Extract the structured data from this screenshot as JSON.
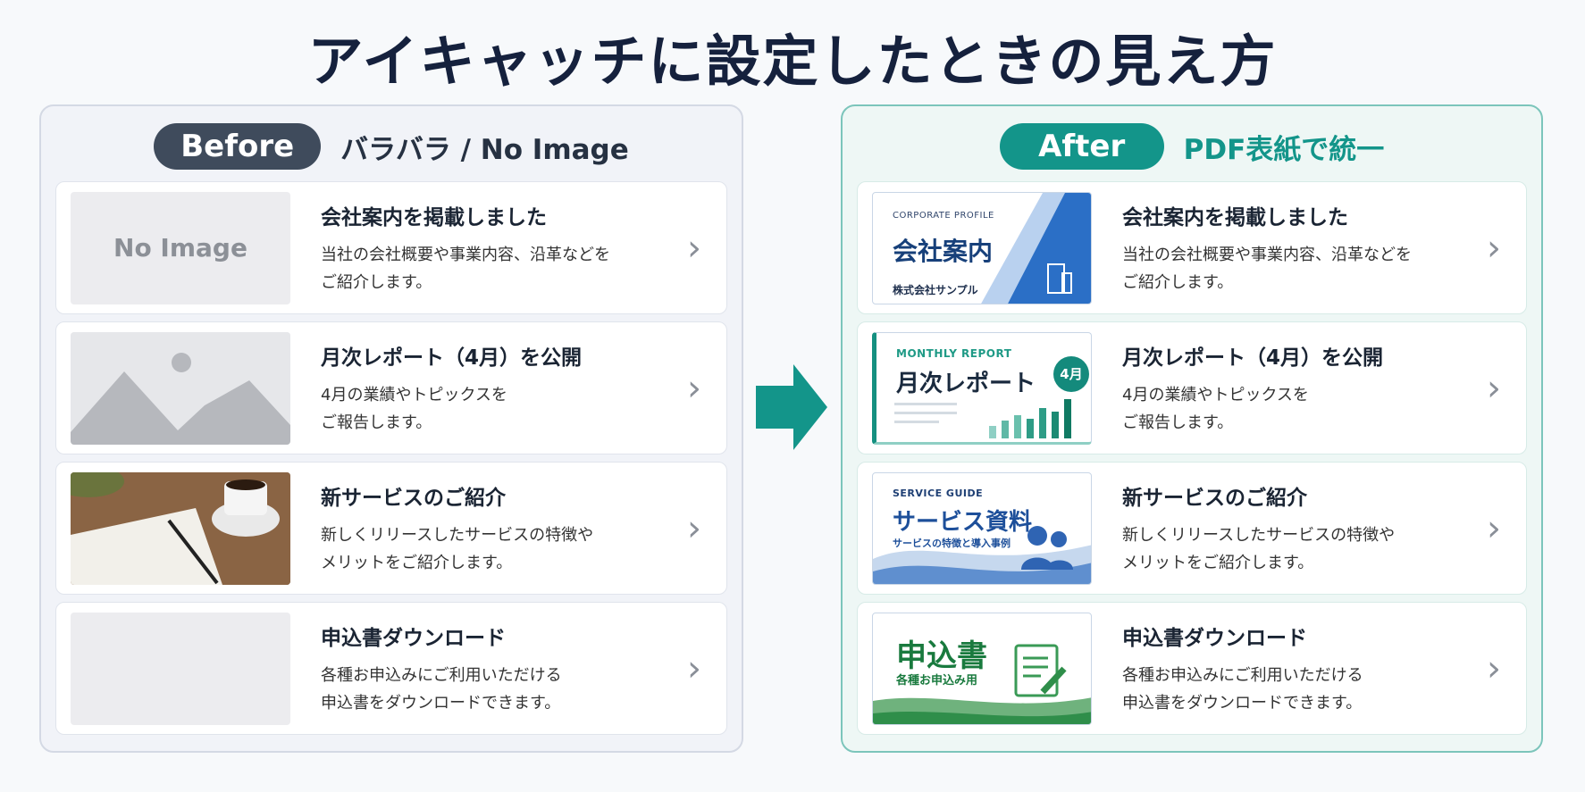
{
  "page": {
    "title": "アイキャッチに設定したときの見え方"
  },
  "before": {
    "badge": "Before",
    "caption": "バラバラ / No Image",
    "cards": [
      {
        "thumb_text": "No Image",
        "title": "会社案内を掲載しました",
        "desc": "当社の会社概要や事業内容、沿革などを\nご紹介します。"
      },
      {
        "title": "月次レポート（4月）を公開",
        "desc": "4月の業績やトピックスを\nご報告します。"
      },
      {
        "title": "新サービスのご紹介",
        "desc": "新しくリリースしたサービスの特徴や\nメリットをご紹介します。"
      },
      {
        "title": "申込書ダウンロード",
        "desc": "各種お申込みにご利用いただける\n申込書をダウンロードできます。"
      }
    ]
  },
  "after": {
    "badge": "After",
    "caption": "PDF表紙で統一",
    "cards": [
      {
        "pdf_small": "CORPORATE PROFILE",
        "pdf_big": "会社案内",
        "pdf_sub": "株式会社サンプル",
        "title": "会社案内を掲載しました",
        "desc": "当社の会社概要や事業内容、沿革などを\nご紹介します。"
      },
      {
        "pdf_small": "MONTHLY REPORT",
        "pdf_big": "月次レポート",
        "pdf_badge": "4月",
        "title": "月次レポート（4月）を公開",
        "desc": "4月の業績やトピックスを\nご報告します。"
      },
      {
        "pdf_small": "SERVICE GUIDE",
        "pdf_big": "サービス資料",
        "pdf_sub": "サービスの特徴と導入事例",
        "title": "新サービスのご紹介",
        "desc": "新しくリリースしたサービスの特徴や\nメリットをご紹介します。"
      },
      {
        "pdf_big": "申込書",
        "pdf_sub": "各種お申込み用",
        "title": "申込書ダウンロード",
        "desc": "各種お申込みにご利用いただける\n申込書をダウンロードできます。"
      }
    ]
  },
  "icons": {
    "chevron": "chevron-right-icon",
    "arrow": "arrow-right-icon"
  },
  "colors": {
    "teal": "#13958a",
    "slate": "#3f4b5c",
    "navy": "#15213d"
  }
}
